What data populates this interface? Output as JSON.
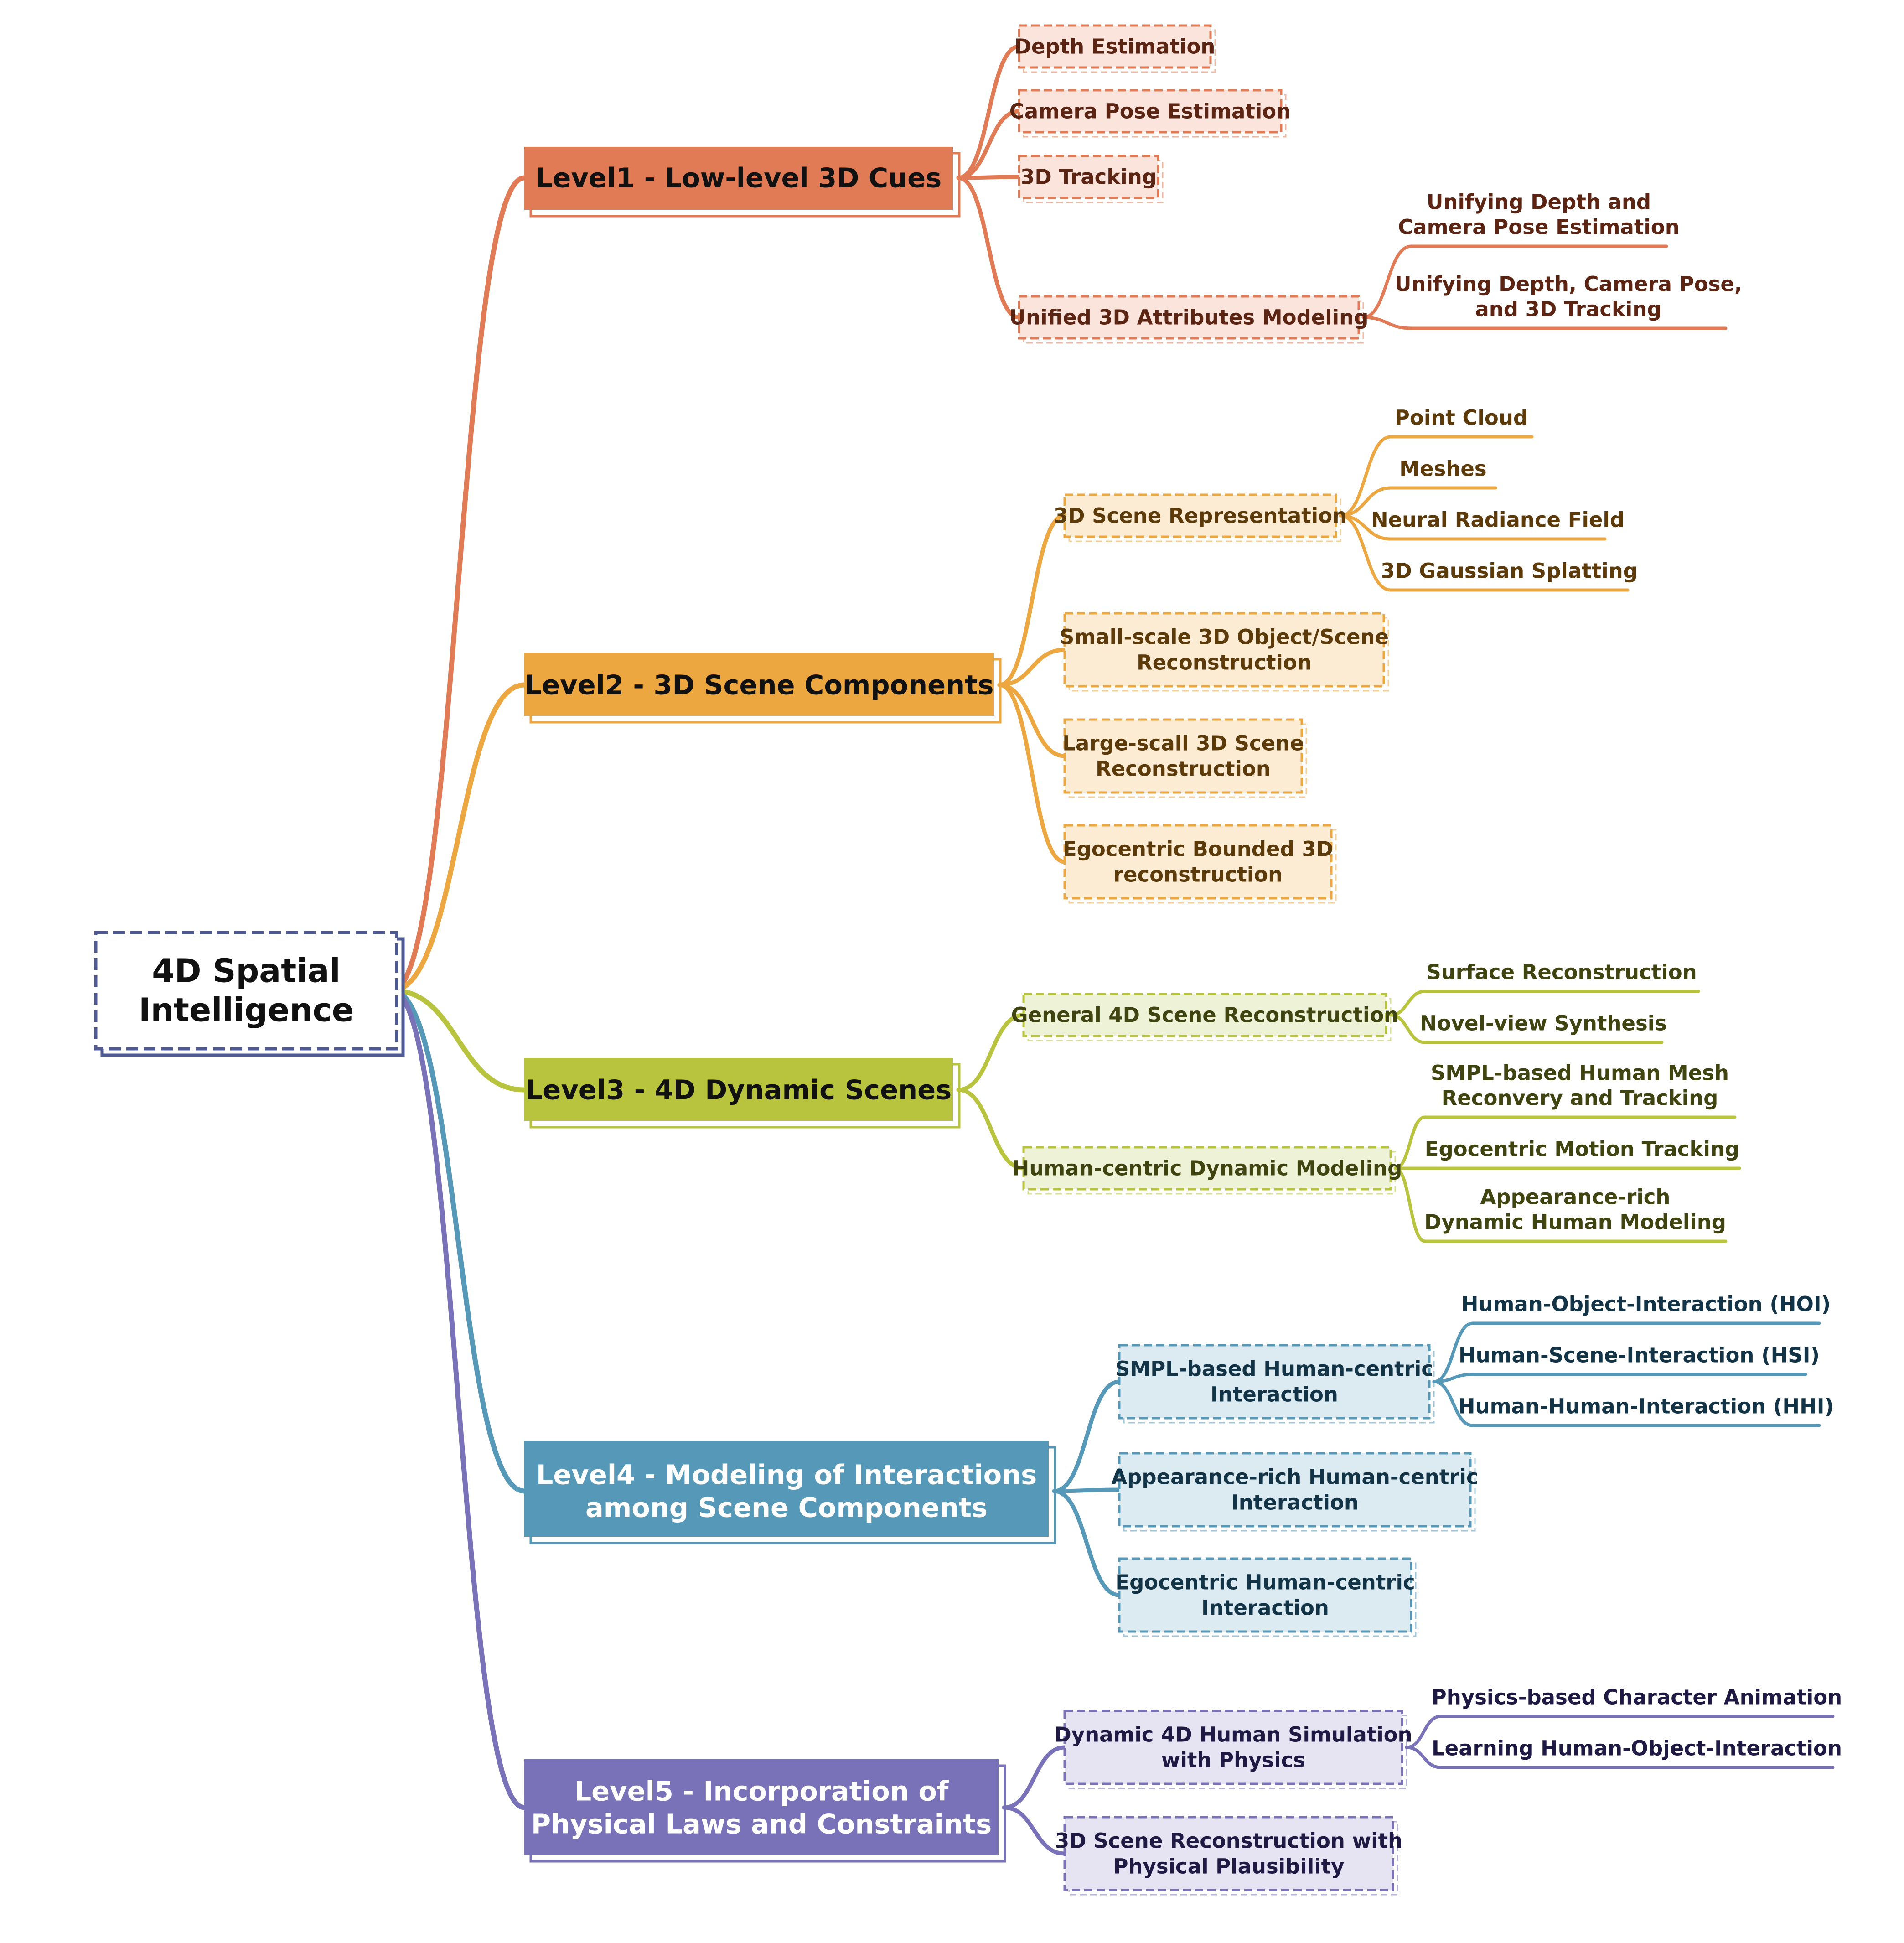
{
  "root": {
    "lines": [
      "4D Spatial",
      "Intelligence"
    ]
  },
  "levels": [
    {
      "id": "l1",
      "lines": [
        "Level1 - Low-level 3D Cues"
      ],
      "color": "#e07b55",
      "light": "#fbe4dc",
      "text": "#111111",
      "subtext": "#5c2412",
      "children": [
        {
          "lines": [
            "Depth Estimation"
          ],
          "leaves": []
        },
        {
          "lines": [
            "Camera Pose Estimation"
          ],
          "leaves": []
        },
        {
          "lines": [
            "3D Tracking"
          ],
          "leaves": []
        },
        {
          "lines": [
            "Unified 3D Attributes Modeling"
          ],
          "leaves": [
            [
              "Unifying Depth and",
              "Camera Pose Estimation"
            ],
            [
              "Unifying Depth, Camera Pose,",
              "and 3D Tracking"
            ]
          ]
        }
      ]
    },
    {
      "id": "l2",
      "lines": [
        "Level2 - 3D Scene Components"
      ],
      "color": "#eca740",
      "light": "#fcecd3",
      "text": "#111111",
      "subtext": "#5c3a0a",
      "children": [
        {
          "lines": [
            "3D Scene Representation"
          ],
          "leaves": [
            [
              "Point Cloud"
            ],
            [
              "Meshes"
            ],
            [
              "Neural Radiance Field"
            ],
            [
              "3D Gaussian Splatting"
            ]
          ]
        },
        {
          "lines": [
            "Small-scale 3D Object/Scene",
            "Reconstruction"
          ],
          "leaves": []
        },
        {
          "lines": [
            "Large-scall 3D Scene",
            "Reconstruction"
          ],
          "leaves": []
        },
        {
          "lines": [
            "Egocentric Bounded 3D",
            "reconstruction"
          ],
          "leaves": []
        }
      ]
    },
    {
      "id": "l3",
      "lines": [
        "Level3 - 4D Dynamic Scenes"
      ],
      "color": "#b8c43e",
      "light": "#eef2d6",
      "text": "#111111",
      "subtext": "#3f4410",
      "children": [
        {
          "lines": [
            "General 4D Scene Reconstruction"
          ],
          "leaves": [
            [
              "Surface Reconstruction"
            ],
            [
              "Novel-view Synthesis"
            ]
          ]
        },
        {
          "lines": [
            "Human-centric Dynamic Modeling"
          ],
          "leaves": [
            [
              "SMPL-based Human Mesh",
              "Reconvery and Tracking"
            ],
            [
              "Egocentric Motion Tracking"
            ],
            [
              "Appearance-rich",
              "Dynamic Human Modeling"
            ]
          ]
        }
      ]
    },
    {
      "id": "l4",
      "lines": [
        "Level4 - Modeling of Interactions",
        "among Scene Components"
      ],
      "color": "#5598b8",
      "light": "#dcebf2",
      "text": "#ffffff",
      "subtext": "#123446",
      "children": [
        {
          "lines": [
            "SMPL-based Human-centric",
            "Interaction"
          ],
          "leaves": [
            [
              "Human-Object-Interaction (HOI)"
            ],
            [
              "Human-Scene-Interaction (HSI)"
            ],
            [
              "Human-Human-Interaction (HHI)"
            ]
          ]
        },
        {
          "lines": [
            "Appearance-rich Human-centric",
            "Interaction"
          ],
          "leaves": []
        },
        {
          "lines": [
            "Egocentric Human-centric",
            "Interaction"
          ],
          "leaves": []
        }
      ]
    },
    {
      "id": "l5",
      "lines": [
        "Level5 - Incorporation of",
        "Physical Laws and Constraints"
      ],
      "color": "#7a72b8",
      "light": "#e6e3f3",
      "text": "#ffffff",
      "subtext": "#1f1a44",
      "children": [
        {
          "lines": [
            "Dynamic 4D Human Simulation",
            "with Physics"
          ],
          "leaves": [
            [
              "Physics-based Character Animation"
            ],
            [
              "Learning Human-Object-Interaction"
            ]
          ]
        },
        {
          "lines": [
            "3D Scene Reconstruction with",
            "Physical Plausibility"
          ],
          "leaves": []
        }
      ]
    }
  ]
}
